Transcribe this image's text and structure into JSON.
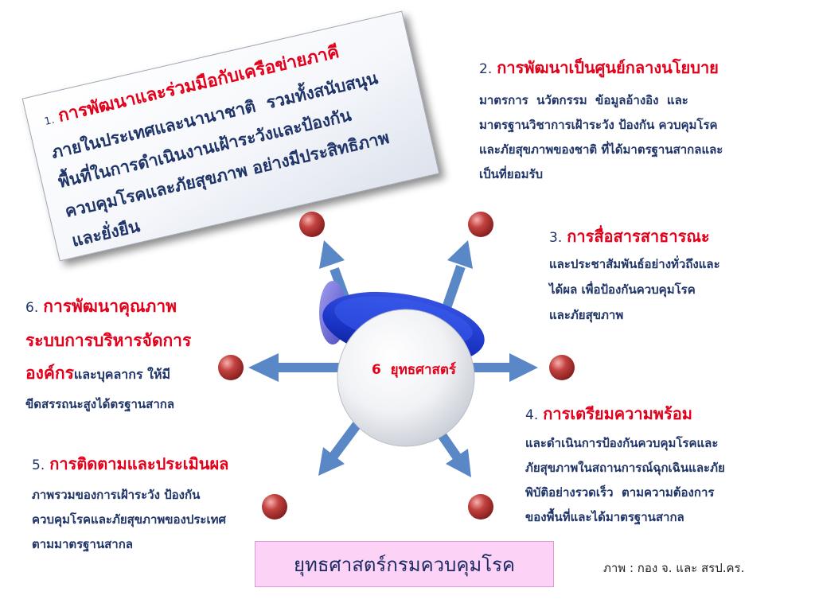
{
  "colors": {
    "title_red": "#e3001b",
    "text_navy": "#1f3468",
    "arrow_blue": "#5a87c6",
    "node_red": "#c2413f",
    "ring_blue": "#1b35c7",
    "footer_bg": "#fcd3f6"
  },
  "strategies": [
    {
      "number": "1.",
      "title": "การพัฒนาและร่วมมือกับเครือข่ายภาคี",
      "lines": [
        "ภายในประเทศและนานาชาติ  รวมทั้งสนับสนุน",
        "พื้นที่ในการดำเนินงานเฝ้าระวังและป้องกัน",
        "ควบคุมโรคและภัยสุขภาพ อย่างมีประสิทธิภาพ",
        "และยั่งยืน"
      ]
    },
    {
      "number": "2.",
      "title": "การพัฒนาเป็นศูนย์กลางนโยบาย",
      "lines": [
        "มาตรการ  นวัตกรรม  ข้อมูลอ้างอิง  และ",
        "มาตรฐานวิชาการเฝ้าระวัง ป้องกัน ควบคุมโรค",
        "และภัยสุขภาพของชาติ ที่ได้มาตรฐานสากลและ",
        "เป็นที่ยอมรับ"
      ]
    },
    {
      "number": "3.",
      "title": "การสื่อสารสาธารณะ",
      "lines": [
        "และประชาสัมพันธ์อย่างทั่วถึงและ",
        "ได้ผล เพื่อป้องกันควบคุมโรค",
        "และภัยสุขภาพ"
      ]
    },
    {
      "number": "4.",
      "title": "การเตรียมความพร้อม",
      "lines": [
        "และดำเนินการป้องกันควบคุมโรคและ",
        "ภัยสุขภาพในสถานการณ์ฉุกเฉินและภัย",
        "พิบัติอย่างรวดเร็ว  ตามความต้องการ",
        "ของพื้นที่และได้มาตรฐานสากล"
      ]
    },
    {
      "number": "5.",
      "title": "การติดตามและประเมินผล",
      "lines": [
        "ภาพรวมของการเฝ้าระวัง ป้องกัน",
        "ควบคุมโรคและภัยสุขภาพของประเทศ",
        "ตามมาตรฐานสากล"
      ]
    },
    {
      "number": "6.",
      "title": "การพัฒนาคุณภาพ",
      "title_cont": [
        "ระบบการบริหารจัดการ",
        "องค์กร"
      ],
      "lines": [
        "และบุคลากร ให้มี",
        "ขีดสรรถนะสูงได้ตรฐานสากล"
      ]
    }
  ],
  "center": {
    "label": "6  ยุทธศาสตร์"
  },
  "footer": {
    "title": "ยุทธศาสตร์กรมควบคุมโรค",
    "credit": "ภาพ : กอง จ. และ สรป.คร."
  }
}
